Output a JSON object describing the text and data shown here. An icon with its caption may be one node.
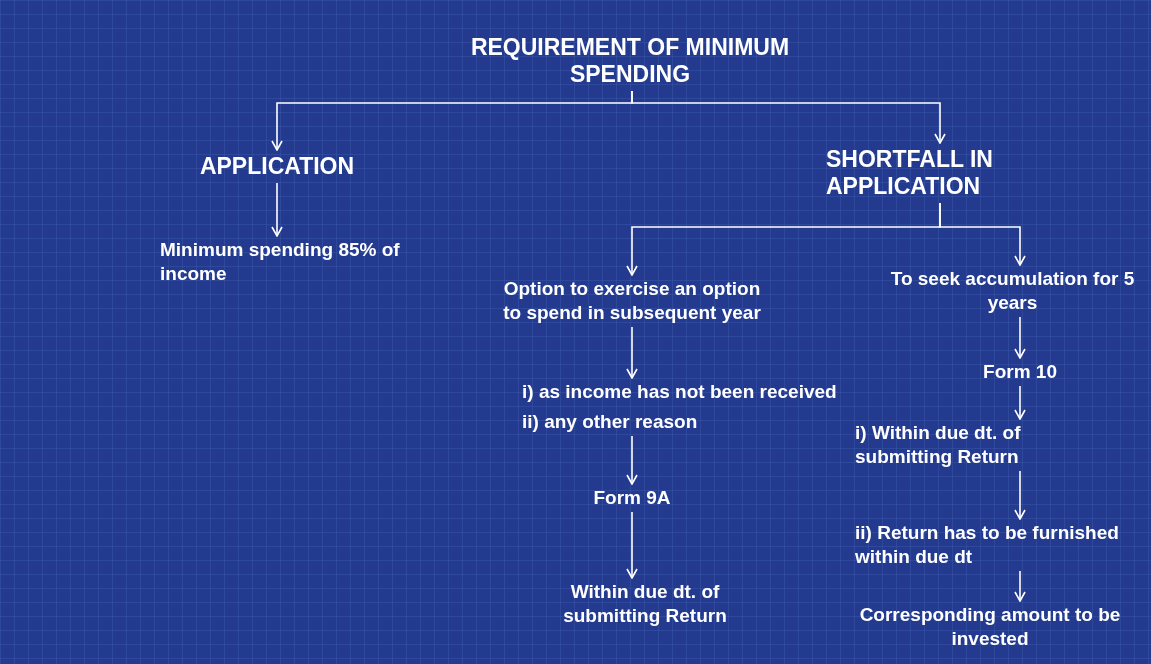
{
  "diagram": {
    "nodes": [
      {
        "text": [
          "REQUIREMENT OF MINIMUM SPENDING"
        ]
      },
      {
        "text": [
          "APPLICATION"
        ]
      },
      {
        "text": [
          "Minimum spending 85% of income"
        ]
      },
      {
        "text": [
          "SHORTFALL IN APPLICATION"
        ]
      },
      {
        "text": [
          "Option to exercise an option to spend in subsequent year"
        ]
      },
      {
        "text": [
          "i) as income has not been received",
          "ii) any other reason"
        ]
      },
      {
        "text": [
          "Form 9A"
        ]
      },
      {
        "text": [
          "Within due dt. of submitting Return"
        ]
      },
      {
        "text": [
          "To seek accumulation for 5 years"
        ]
      },
      {
        "text": [
          "Form 10"
        ]
      },
      {
        "text": [
          "i) Within due dt. of submitting Return"
        ]
      },
      {
        "text": [
          "ii) Return has to be furnished within due dt"
        ]
      },
      {
        "text": [
          "Corresponding amount to be invested"
        ]
      }
    ],
    "edges": [
      {
        "from": 0,
        "to": 1,
        "arrow": "to"
      },
      {
        "from": 0,
        "to": 3,
        "arrow": "to"
      },
      {
        "from": 1,
        "to": 2,
        "arrow": "to"
      },
      {
        "from": 3,
        "to": 4,
        "arrow": "to"
      },
      {
        "from": 3,
        "to": 8,
        "arrow": "to"
      },
      {
        "from": 4,
        "to": 5,
        "arrow": "to"
      },
      {
        "from": 5,
        "to": 6,
        "arrow": "to"
      },
      {
        "from": 6,
        "to": 7,
        "arrow": "to"
      },
      {
        "from": 8,
        "to": 9,
        "arrow": "to"
      },
      {
        "from": 9,
        "to": 10,
        "arrow": "to"
      },
      {
        "from": 10,
        "to": 11,
        "arrow": "to"
      },
      {
        "from": 11,
        "to": 12,
        "arrow": "to"
      }
    ]
  }
}
